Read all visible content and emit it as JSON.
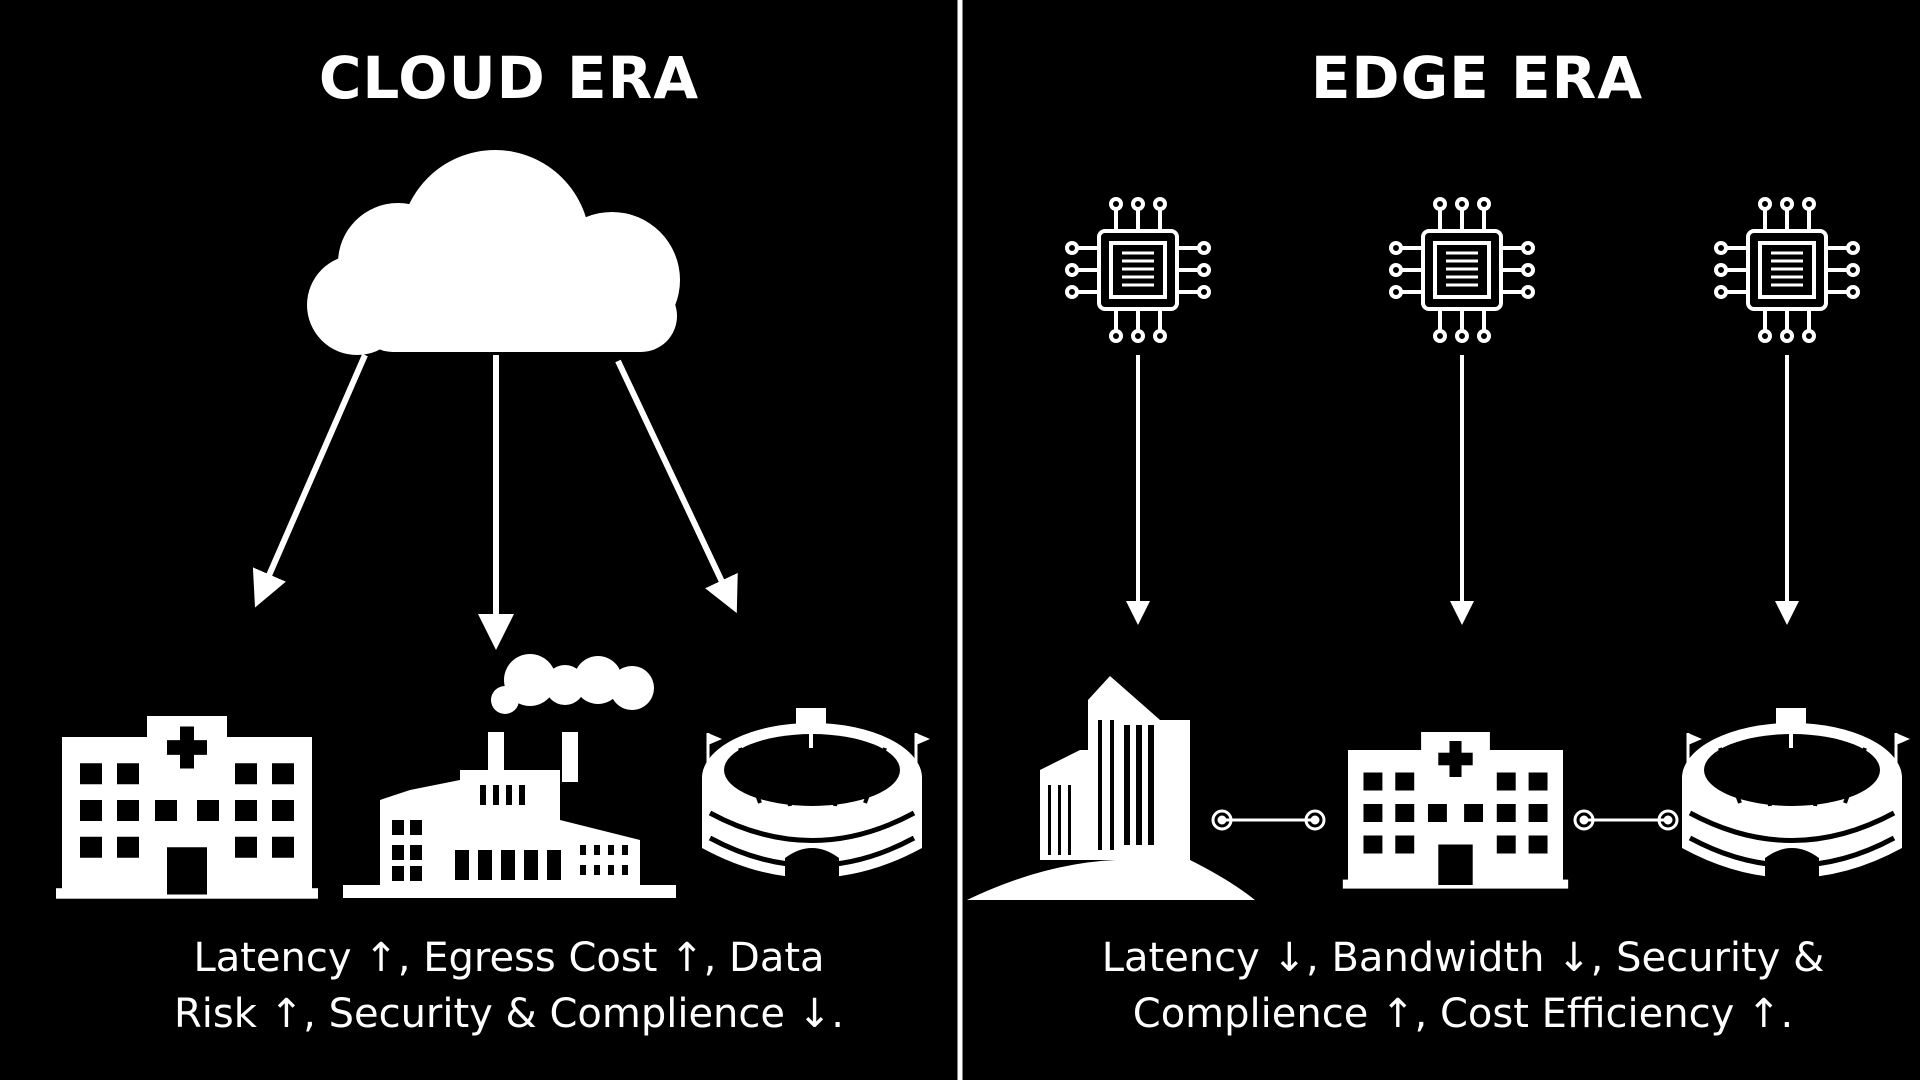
{
  "left": {
    "title": "CLOUD ERA",
    "caption_line1": "Latency ↑, Egress Cost ↑, Data",
    "caption_line2": "Risk ↑, Security & Complience ↓."
  },
  "right": {
    "title": "EDGE ERA",
    "caption_line1": "Latency ↓, Bandwidth ↓, Security &",
    "caption_line2": "Complience ↑, Cost Efficiency ↑."
  },
  "colors": {
    "background": "#000000",
    "foreground": "#ffffff"
  }
}
